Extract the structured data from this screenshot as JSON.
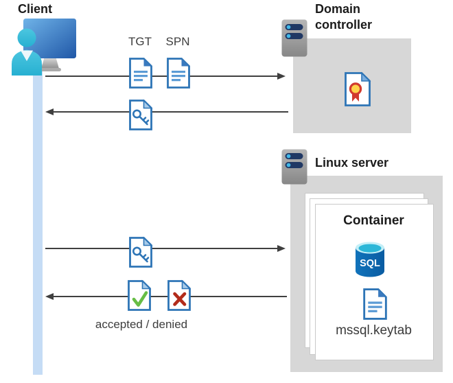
{
  "diagram": {
    "client": {
      "label": "Client"
    },
    "domain_controller": {
      "label": "Domain controller"
    },
    "linux_server": {
      "label": "Linux server"
    },
    "container": {
      "label": "Container",
      "sql_badge": "SQL",
      "keytab_file": "mssql.keytab"
    },
    "flow_labels": {
      "tgt": "TGT",
      "spn": "SPN",
      "result": "accepted / denied"
    }
  },
  "icons": {
    "client": "person-at-workstation-icon",
    "domain_controller": "server-icon",
    "linux_server": "server-icon",
    "tgt": "document-text-icon",
    "spn": "document-text-icon",
    "service_ticket": "document-key-icon",
    "certificate": "document-certificate-icon",
    "sql": "sql-database-cylinder-icon",
    "keytab": "document-text-icon",
    "accepted": "document-checkmark-icon",
    "denied": "document-cross-icon"
  },
  "colors": {
    "doc_border_blue": "#2e75b6",
    "doc_line_blue": "#5b9bd5",
    "doc_fold_blue": "#3a7abf",
    "doc_fold_light": "#a8cbe9",
    "lifeline_blue": "#c5dcf5",
    "node_box_gray": "#d7d7d7",
    "arrow_gray": "#3f3f3f",
    "check_green": "#67bd45",
    "cross_red": "#b22b1a",
    "cert_yellow": "#ffd24a",
    "cert_red": "#d13a2e",
    "server_bar_navy": "#203864",
    "server_dot_blue": "#41b8e8",
    "sql_body_blue": "#0e6ab4",
    "sql_top_cyan": "#2cb7d8",
    "client_teal": "#33bcd9"
  }
}
